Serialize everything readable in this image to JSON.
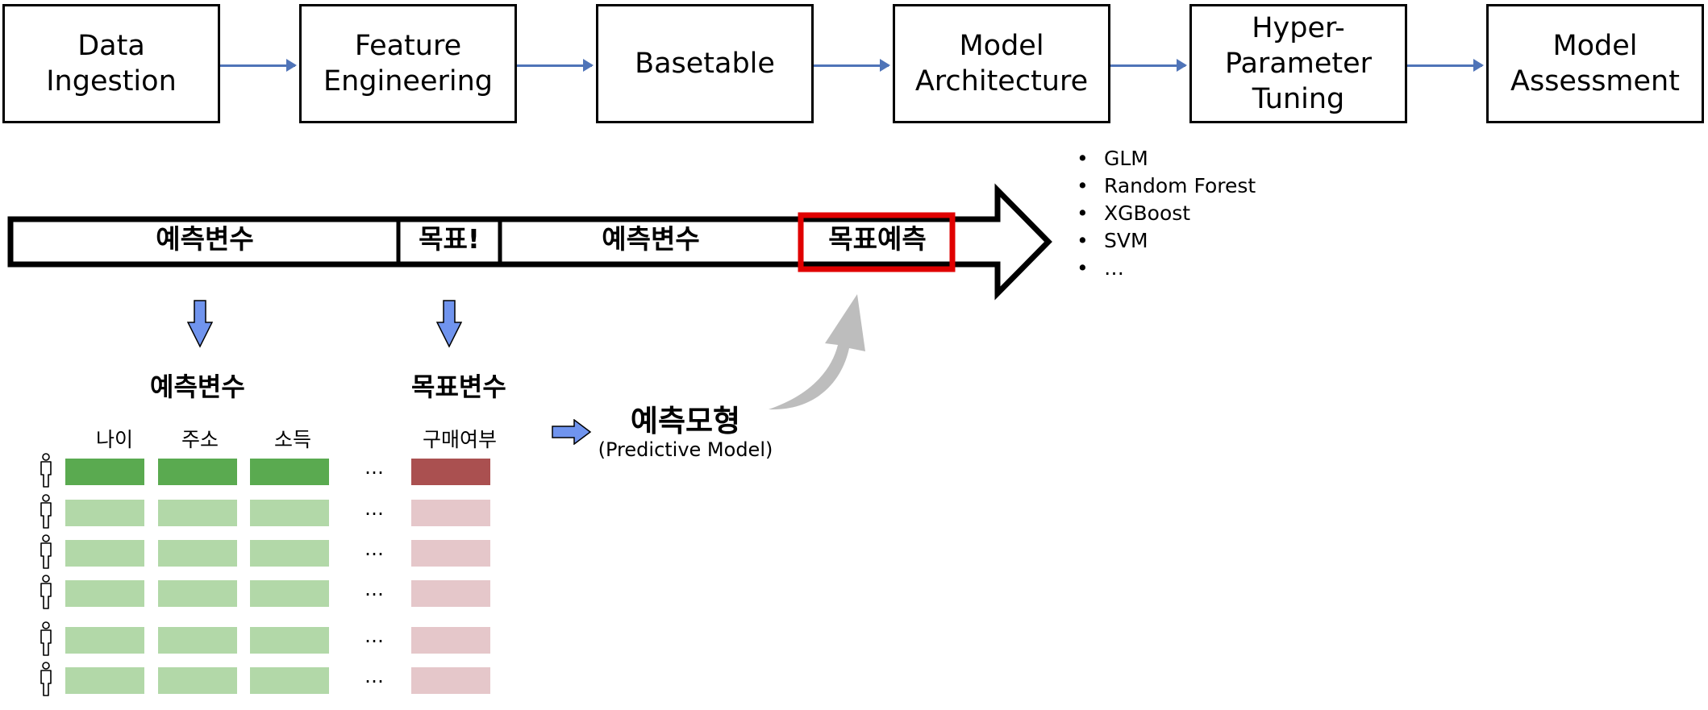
{
  "pipeline": {
    "stages": [
      {
        "label": "Data\nIngestion"
      },
      {
        "label": "Feature\nEngineering"
      },
      {
        "label": "Basetable"
      },
      {
        "label": "Model\nArchitecture"
      },
      {
        "label": "Hyper-\nParameter\nTuning"
      },
      {
        "label": "Model\nAssessment"
      }
    ],
    "arrow_color": "#4f74b8"
  },
  "timeline": {
    "segments": [
      "예측변수",
      "목표!",
      "예측변수",
      "목표예측"
    ],
    "highlight_color": "#e00000"
  },
  "algorithms": [
    "GLM",
    "Random Forest",
    "XGBoost",
    "SVM",
    "…"
  ],
  "predictors": {
    "title": "예측변수",
    "columns": [
      "나이",
      "주소",
      "소득"
    ]
  },
  "target": {
    "title": "목표변수",
    "column": "구매여부"
  },
  "table": {
    "ellipsis": "…",
    "row_count": 6,
    "colors": {
      "predictor_highlight": "#5aaa50",
      "predictor": "#b2d8a8",
      "target_highlight": "#aa5050",
      "target": "#e5c7ca"
    }
  },
  "model": {
    "title": "예측모형",
    "subtitle": "(Predictive Model)"
  },
  "icons": {
    "down_arrow": "down-arrow-icon",
    "right_arrow": "right-arrow-icon",
    "curved_arrow": "curved-arrow-icon",
    "person": "person-icon"
  }
}
